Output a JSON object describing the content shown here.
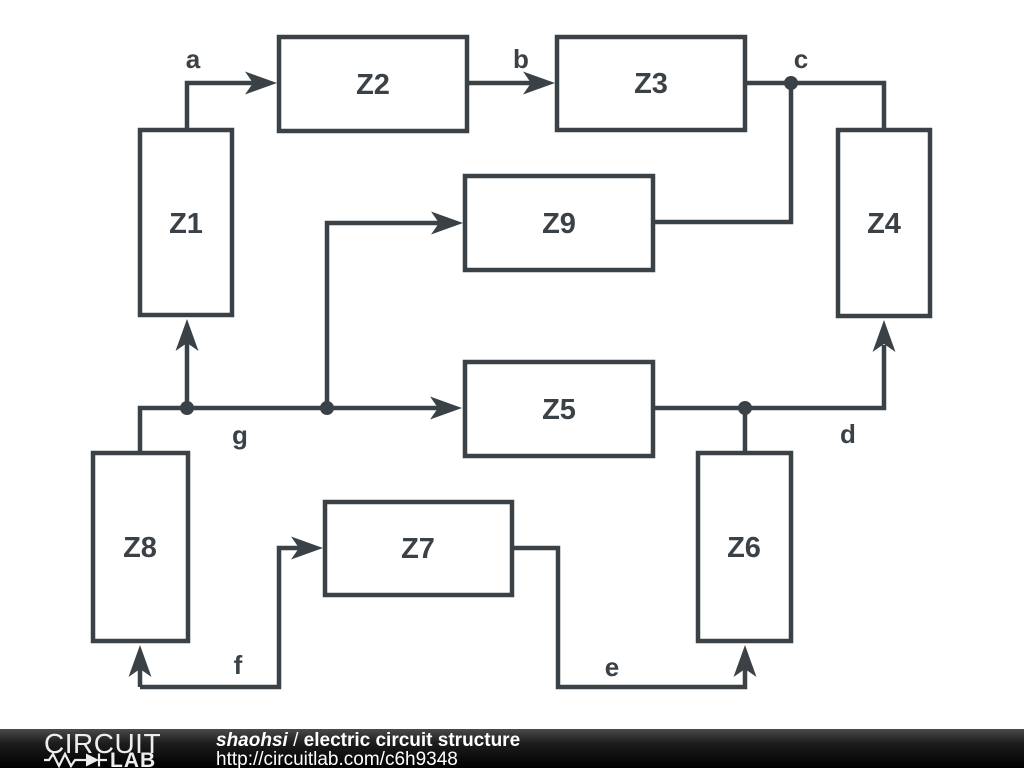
{
  "colors": {
    "line": "#3b4247",
    "background": "#ffffff",
    "footer_background": "#000000",
    "footer_text": "#ffffff"
  },
  "diagram": {
    "blocks": [
      {
        "id": "Z1",
        "label": "Z1"
      },
      {
        "id": "Z2",
        "label": "Z2"
      },
      {
        "id": "Z3",
        "label": "Z3"
      },
      {
        "id": "Z4",
        "label": "Z4"
      },
      {
        "id": "Z5",
        "label": "Z5"
      },
      {
        "id": "Z6",
        "label": "Z6"
      },
      {
        "id": "Z7",
        "label": "Z7"
      },
      {
        "id": "Z8",
        "label": "Z8"
      },
      {
        "id": "Z9",
        "label": "Z9"
      }
    ],
    "nodes": [
      {
        "id": "a",
        "label": "a"
      },
      {
        "id": "b",
        "label": "b"
      },
      {
        "id": "c",
        "label": "c"
      },
      {
        "id": "d",
        "label": "d"
      },
      {
        "id": "e",
        "label": "e"
      },
      {
        "id": "f",
        "label": "f"
      },
      {
        "id": "g",
        "label": "g"
      }
    ]
  },
  "footer": {
    "logo_top": "CIRCUIT",
    "logo_bottom": "LAB",
    "author": "shaohsi",
    "separator": " / ",
    "title": "electric circuit structure",
    "url": "http://circuitlab.com/c6h9348"
  }
}
